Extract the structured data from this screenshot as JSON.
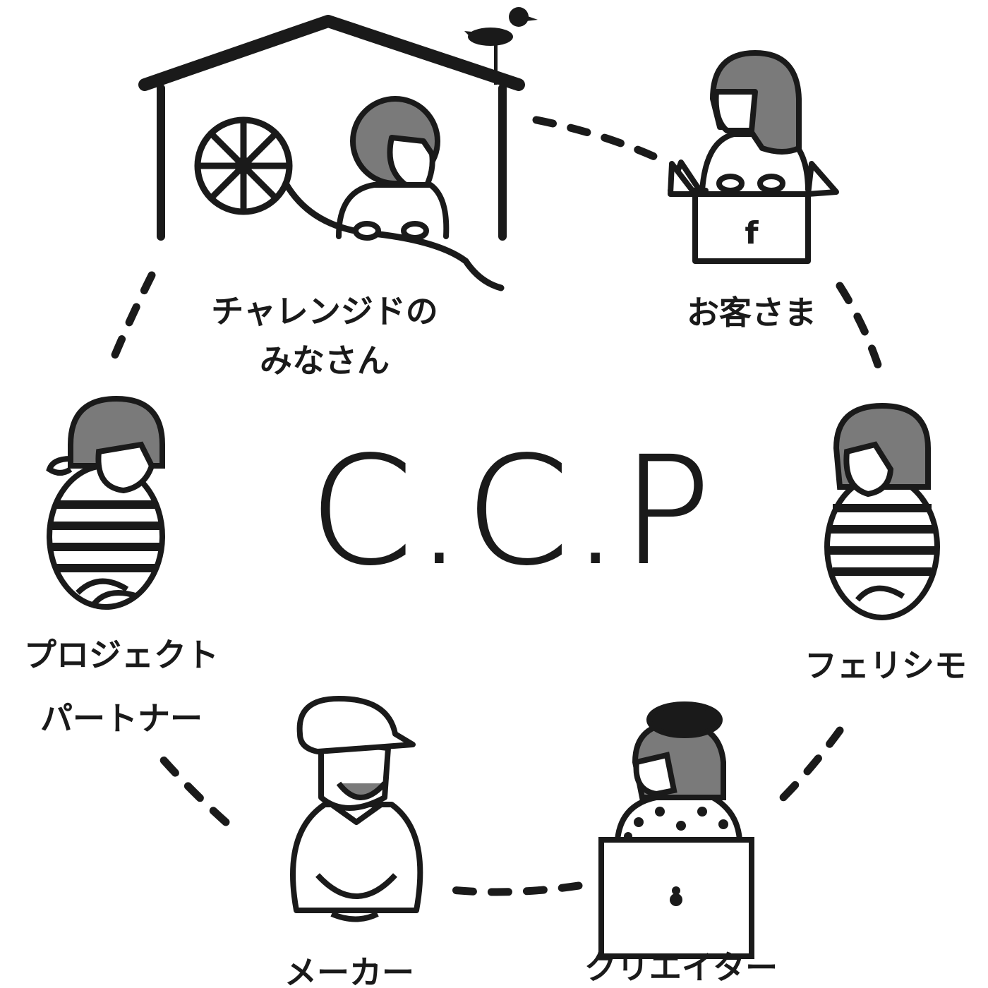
{
  "title": "C.C.P",
  "colors": {
    "ink": "#1a1a1a",
    "hair": "#7a7a7a"
  },
  "nodes": [
    {
      "id": "challenged",
      "lines": [
        "チャレンジドの",
        "みなさん"
      ]
    },
    {
      "id": "customers",
      "lines": [
        "お客さま"
      ],
      "box_letter": "f"
    },
    {
      "id": "felissimo",
      "lines": [
        "フェリシモ"
      ]
    },
    {
      "id": "creator",
      "lines": [
        "クリエイター"
      ]
    },
    {
      "id": "maker",
      "lines": [
        "メーカー"
      ]
    },
    {
      "id": "partner",
      "lines": [
        "プロジェクト",
        "パートナー"
      ]
    }
  ]
}
